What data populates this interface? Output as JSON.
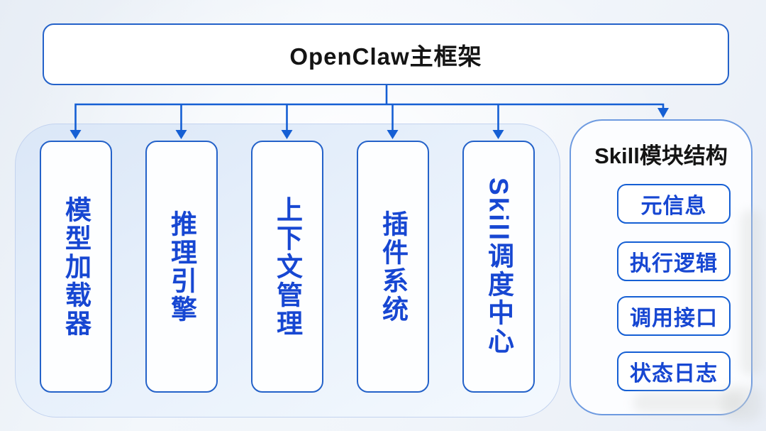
{
  "diagram": {
    "root": {
      "title": "OpenClaw主框架"
    },
    "modules": [
      {
        "label": "模型加载器"
      },
      {
        "label": "推理引擎"
      },
      {
        "label": "上下文管理"
      },
      {
        "label": "插件系统"
      },
      {
        "label": "Skill调度中心"
      }
    ],
    "skill_panel": {
      "title": "Skill模块结构",
      "items": [
        {
          "label": "元信息"
        },
        {
          "label": "执行逻辑"
        },
        {
          "label": "调用接口"
        },
        {
          "label": "状态日志"
        }
      ]
    }
  },
  "colors": {
    "line_blue": "#155fd4",
    "box_border_blue": "#2462c9",
    "panel_border_blue": "#6d9ae0",
    "text_blue": "#1747d2",
    "title_black": "#141414",
    "container_fill": "#e3edfa",
    "background": "#eef2f8"
  }
}
